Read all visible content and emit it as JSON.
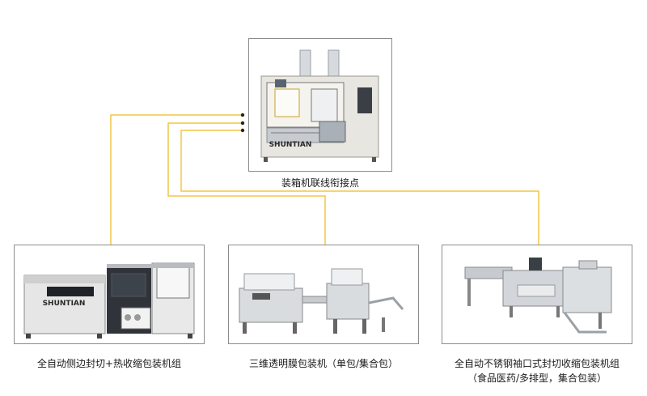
{
  "colors": {
    "connector": "#f2c744",
    "frame": "#8c8c8c",
    "machine_body": "#e8e6e0",
    "machine_dark": "#3a3f46",
    "steel": "#c7cbd0"
  },
  "top_machine": {
    "brand": "SHUNTIAN",
    "caption": "装箱机联线衔接点"
  },
  "machines": [
    {
      "id": "side-seal",
      "caption_line1": "全自动侧边封切+热收缩包装机组",
      "caption_line2": "",
      "brand": "SHUNTIAN"
    },
    {
      "id": "cellophane",
      "caption_line1": "三维透明膜包装机（单包/集合包）",
      "caption_line2": ""
    },
    {
      "id": "sleeve-seal",
      "caption_line1": "全自动不锈钢袖口式封切收缩包装机组",
      "caption_line2": "（食品医药/多排型，集合包装）"
    }
  ]
}
